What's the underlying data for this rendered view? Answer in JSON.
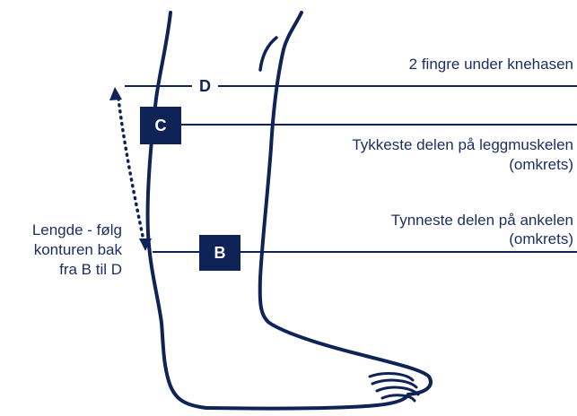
{
  "markers": {
    "d": "D",
    "c": "C",
    "b": "B"
  },
  "labels": {
    "d_line": "2 fingre under knehasen",
    "c_line_1": "Tykkeste delen på leggmuskelen",
    "c_line_2": "(omkrets)",
    "b_line_1": "Tynneste delen på ankelen",
    "b_line_2": "(omkrets)",
    "length_1": "Lengde - følg",
    "length_2": "konturen bak",
    "length_3": "fra B til D"
  },
  "colors": {
    "navy": "#0f2357",
    "text": "#1c2d5e",
    "background": "#ffffff"
  }
}
